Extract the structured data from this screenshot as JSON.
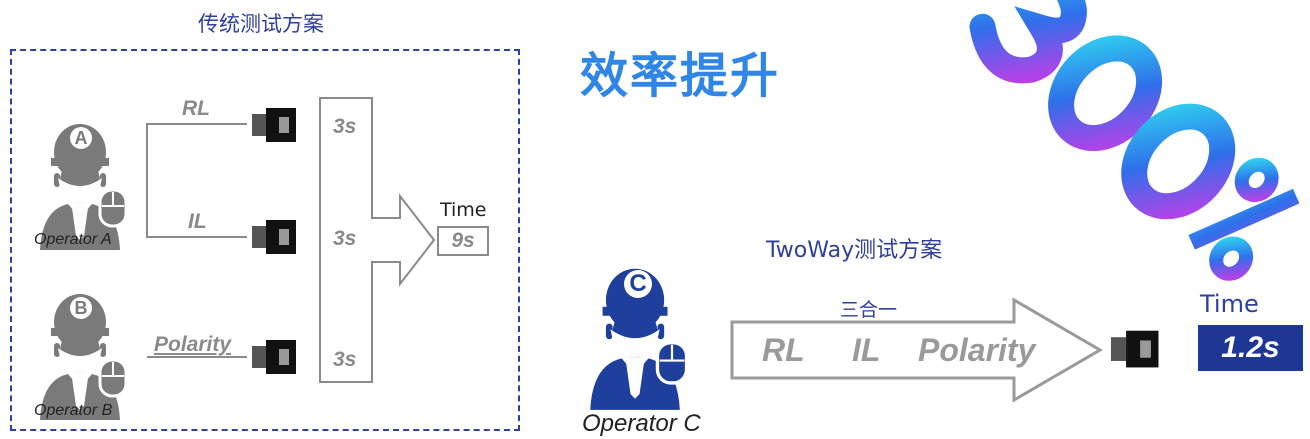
{
  "traditional": {
    "title": "传统测试方案",
    "operator_a": "Operator A",
    "operator_b": "Operator B",
    "badge_a": "A",
    "badge_b": "B",
    "tests": [
      {
        "label": "RL",
        "time": "3s"
      },
      {
        "label": "IL",
        "time": "3s"
      },
      {
        "label": "Polarity",
        "time": "3s"
      }
    ],
    "time_label": "Time",
    "total_time": "9s"
  },
  "headline": "效率提升",
  "efficiency_graphic": "300%",
  "twoway": {
    "title": "TwoWay测试方案",
    "combined_label": "三合一",
    "tests": [
      "RL",
      "IL",
      "Polarity"
    ],
    "operator": "Operator C",
    "badge": "C",
    "time_label": "Time",
    "total_time": "1.2s"
  },
  "colors": {
    "navy": "#2e3f9c",
    "headline_blue": "#2f86e6",
    "result_fill": "#1e3794",
    "gray_operator": "#7a7a7a",
    "blue_operator": "#1e3f9c"
  }
}
